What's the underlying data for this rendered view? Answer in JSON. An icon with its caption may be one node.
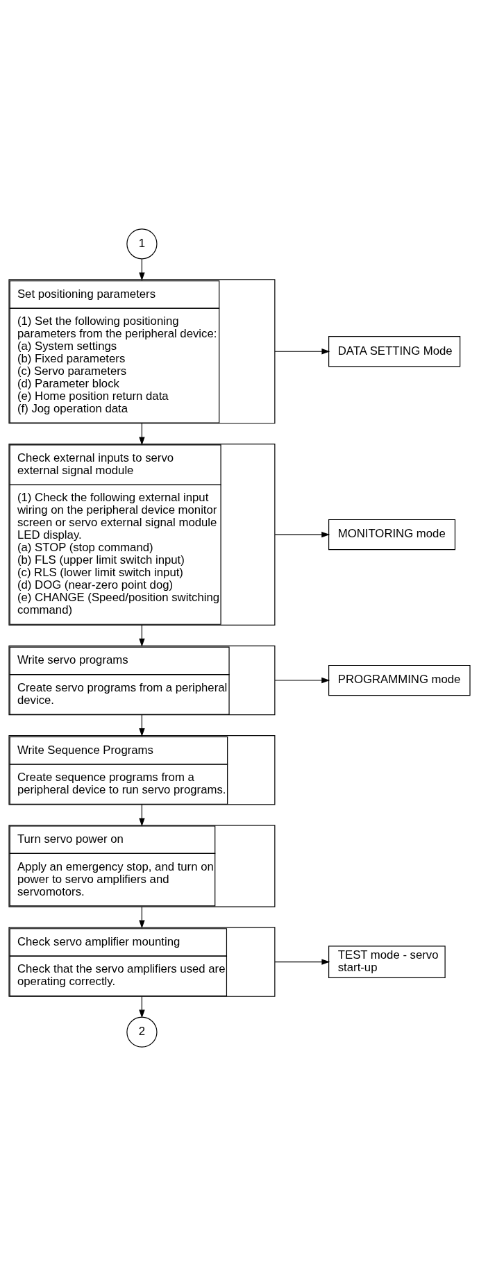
{
  "diagram": {
    "nodes": [
      {
        "text": [
          "1"
        ]
      },
      {
        "text": [
          "DATA SETTING Mode"
        ]
      },
      {
        "text": [
          "Set positioning parameters",
          "(1) Set the following positioning parameters from the peripheral device:",
          "(a) System settings",
          "(b) Fixed parameters",
          "(c) Servo parameters",
          "(d) Parameter block",
          "(e) Home position return data",
          "(f) Jog operation data"
        ]
      },
      {
        "text": [
          "MONITORING mode"
        ]
      },
      {
        "text": [
          "Check external inputs to servo external signal module",
          "(1) Check the following external input wiring on the peripheral device monitor screen or servo external signal module LED display.",
          "(a) STOP (stop command)",
          "(b) FLS (upper limit switch input)",
          "(c) RLS (lower limit switch input)",
          "(d) DOG (near-zero point dog)",
          "(e) CHANGE (Speed/position switching command)"
        ]
      },
      {
        "text": [
          "PROGRAMMING mode"
        ]
      },
      {
        "text": [
          "Write servo programs",
          "Create servo programs from a peripheral device."
        ]
      },
      {
        "text": [
          "Write Sequence Programs",
          "Create sequence programs from a peripheral device to run servo programs."
        ]
      },
      {
        "text": [
          "Turn servo power on",
          "Apply an emergency stop, and turn on power to servo amplifiers and servomotors."
        ]
      },
      {
        "text": [
          "TEST mode - servo start-up"
        ]
      },
      {
        "text": [
          "Check servo amplifier mounting",
          "Check that the servo amplifiers used are operating correctly."
        ]
      },
      {
        "text": [
          "2"
        ]
      }
    ],
    "edges": [
      {
        "from": 0,
        "to": 2,
        "arrow": "to"
      },
      {
        "from": 2,
        "to": 1,
        "arrow": "to"
      },
      {
        "from": 2,
        "to": 4,
        "arrow": "to"
      },
      {
        "from": 4,
        "to": 3,
        "arrow": "to"
      },
      {
        "from": 4,
        "to": 6,
        "arrow": "to"
      },
      {
        "from": 6,
        "to": 5,
        "arrow": "to"
      },
      {
        "from": 6,
        "to": 7,
        "arrow": "to"
      },
      {
        "from": 7,
        "to": 8,
        "arrow": "to"
      },
      {
        "from": 8,
        "to": 10,
        "arrow": "to"
      },
      {
        "from": 10,
        "to": 9,
        "arrow": "to"
      },
      {
        "from": 10,
        "to": 11,
        "arrow": "to"
      }
    ]
  }
}
